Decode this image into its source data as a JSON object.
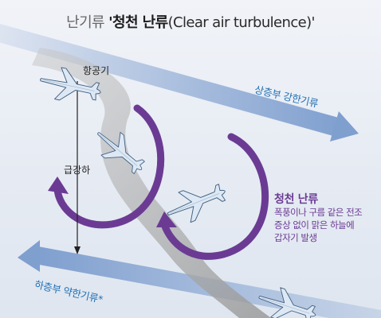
{
  "title": {
    "prefix": "난기류 ",
    "main": "'청천 난류",
    "english": "(Clear air turbulence)'"
  },
  "labels": {
    "upper_airflow": "상층부 강한기류",
    "lower_airflow": "하층부 약한기류*",
    "aircraft": "항공기",
    "descent": "급강하",
    "cat_title": "청천 난류",
    "cat_desc": [
      "폭풍이나 구름 같은 전조",
      "증상 없이 맑은 하늘에",
      "갑자기 발생"
    ]
  },
  "colors": {
    "airflow_arrow": "#7f9fcf",
    "vortex": "#6b3b94",
    "airflow_text": "#1f6fb3",
    "plane": "#dde8f4",
    "plane_outline": "#3f5f80"
  }
}
